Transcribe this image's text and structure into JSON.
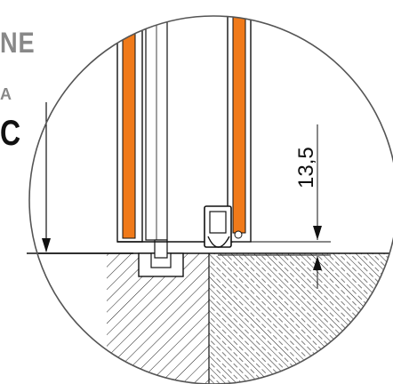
{
  "fragments": {
    "line1": "NE",
    "line2": "A",
    "line3": "C"
  },
  "dimension": {
    "value": "13,5"
  },
  "colors": {
    "glass_orange": "#f07a1a",
    "line": "#111111",
    "fragment_gray": "#888888"
  }
}
